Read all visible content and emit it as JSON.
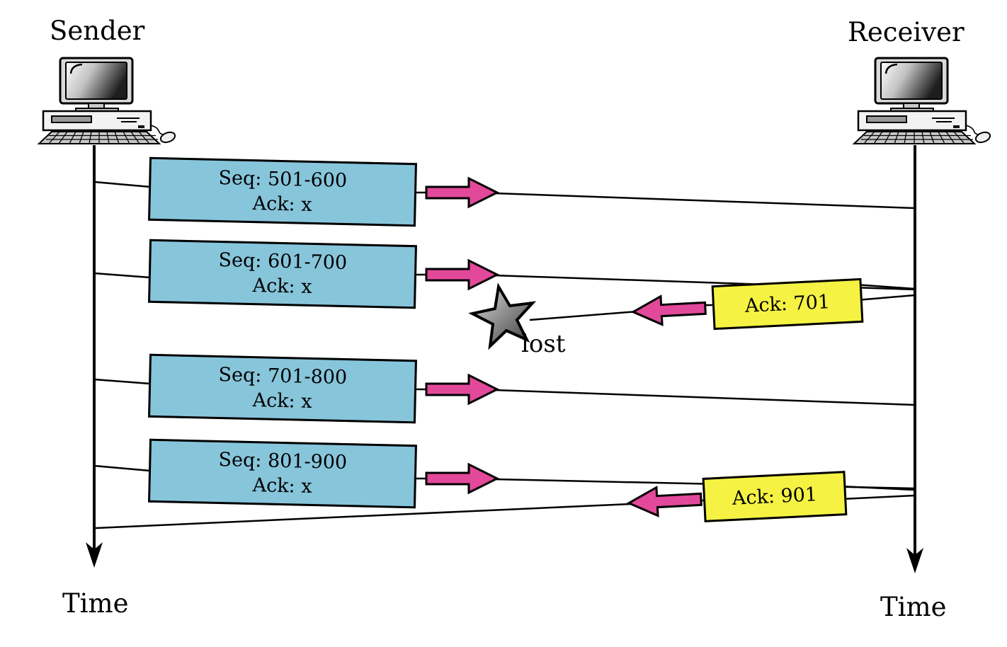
{
  "diagram": {
    "title_hint": "Sliding-window transmission with a lost acknowledgment",
    "sender_label": "Sender",
    "receiver_label": "Receiver",
    "sender_time_label": "Time",
    "receiver_time_label": "Time",
    "lost_label": "lost",
    "segments": [
      {
        "line1": "Seq: 501-600",
        "line2": "Ack: x"
      },
      {
        "line1": "Seq: 601-700",
        "line2": "Ack: x"
      },
      {
        "line1": "Seq: 701-800",
        "line2": "Ack: x"
      },
      {
        "line1": "Seq: 801-900",
        "line2": "Ack: x"
      }
    ],
    "acks": [
      {
        "label": "Ack: 701",
        "status": "lost"
      },
      {
        "label": "Ack: 901",
        "status": "delivered"
      }
    ],
    "colors": {
      "segment_box_fill": "#87C5DB",
      "ack_box_fill": "#F5F243",
      "arrow_fill": "#E2499A",
      "line_color": "#000000",
      "star_gray_light": "#DCDCDC",
      "star_gray_dark": "#3C3C3C"
    }
  }
}
